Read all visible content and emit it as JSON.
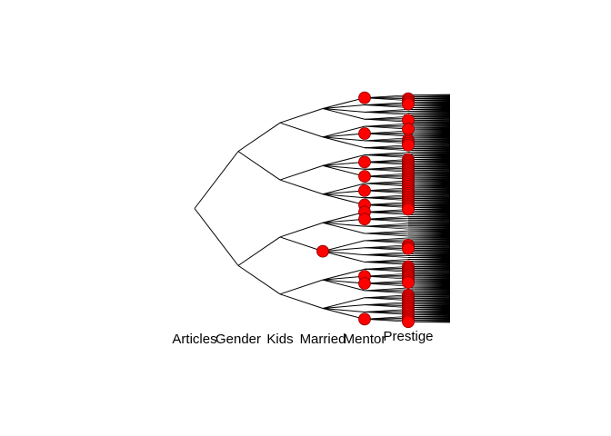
{
  "diagram": {
    "levels": [
      {
        "id": "articles",
        "label": "Articles",
        "branches": 1
      },
      {
        "id": "gender",
        "label": "Gender",
        "branches": 2
      },
      {
        "id": "kids",
        "label": "Kids",
        "branches": 2
      },
      {
        "id": "married",
        "label": "Married",
        "branches": 2
      },
      {
        "id": "mentor",
        "label": "Mentor",
        "branches": 4
      },
      {
        "id": "prestige",
        "label": "Prestige",
        "branches": 4
      }
    ],
    "node_color": "#ff0000",
    "node_stroke": "#8b0000",
    "line_color": "#000000",
    "marked_nodes": {
      "married": [
        5,
        10
      ],
      "mentor": [
        0,
        5,
        9,
        11,
        13,
        15,
        16,
        17,
        25,
        26,
        31,
        35,
        36,
        46
      ],
      "prestige": [
        2,
        3,
        4,
        5,
        14,
        19,
        25,
        26,
        27,
        28,
        36,
        37,
        38,
        39,
        40,
        41,
        42,
        43,
        44,
        45,
        46,
        47,
        48,
        49,
        50,
        51,
        52,
        53,
        54,
        55,
        56,
        57,
        58,
        59,
        60,
        61,
        62,
        63,
        64,
        84,
        85,
        86,
        96,
        97,
        98,
        99,
        100,
        101,
        102,
        103,
        104,
        105,
        112,
        113,
        114,
        115,
        116,
        117,
        118,
        119,
        120,
        121,
        122,
        123,
        124,
        125,
        126,
        127,
        128,
        129,
        130,
        131,
        132,
        133,
        134,
        135,
        136,
        137,
        138,
        139,
        140,
        141,
        142,
        143,
        144,
        145,
        146,
        147,
        148,
        149,
        150,
        151,
        152,
        153
      ]
    }
  }
}
